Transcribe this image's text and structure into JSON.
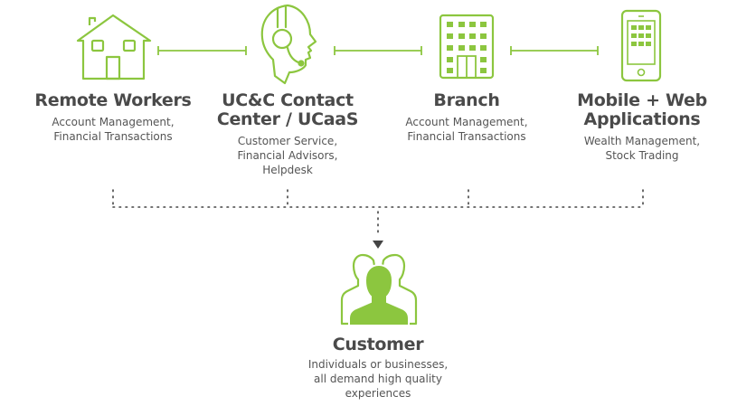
{
  "colors": {
    "accent": "#8cc63f",
    "text_title": "#4a4a4a",
    "text_desc": "#555555",
    "connector": "#555555"
  },
  "nodes": [
    {
      "id": "remote-workers",
      "icon": "house-icon",
      "title_lines": [
        "Remote Workers"
      ],
      "desc_lines": [
        "Account Management,",
        "Financial Transactions"
      ]
    },
    {
      "id": "contact-center",
      "icon": "headset-agent-icon",
      "title_lines": [
        "UC&C Contact",
        "Center / UCaaS"
      ],
      "desc_lines": [
        "Customer Service,",
        "Financial Advisors,",
        "Helpdesk"
      ]
    },
    {
      "id": "branch",
      "icon": "office-building-icon",
      "title_lines": [
        "Branch"
      ],
      "desc_lines": [
        "Account Management,",
        "Financial Transactions"
      ]
    },
    {
      "id": "mobile-web",
      "icon": "smartphone-icon",
      "title_lines": [
        "Mobile + Web",
        "Applications"
      ],
      "desc_lines": [
        "Wealth Management,",
        "Stock Trading"
      ]
    }
  ],
  "customer": {
    "icon": "customer-group-icon",
    "title": "Customer",
    "desc_lines": [
      "Individuals or businesses,",
      "all demand high quality",
      "experiences"
    ]
  },
  "connectors": {
    "links_between_nodes": "solid",
    "to_customer": "dotted-arrow"
  }
}
